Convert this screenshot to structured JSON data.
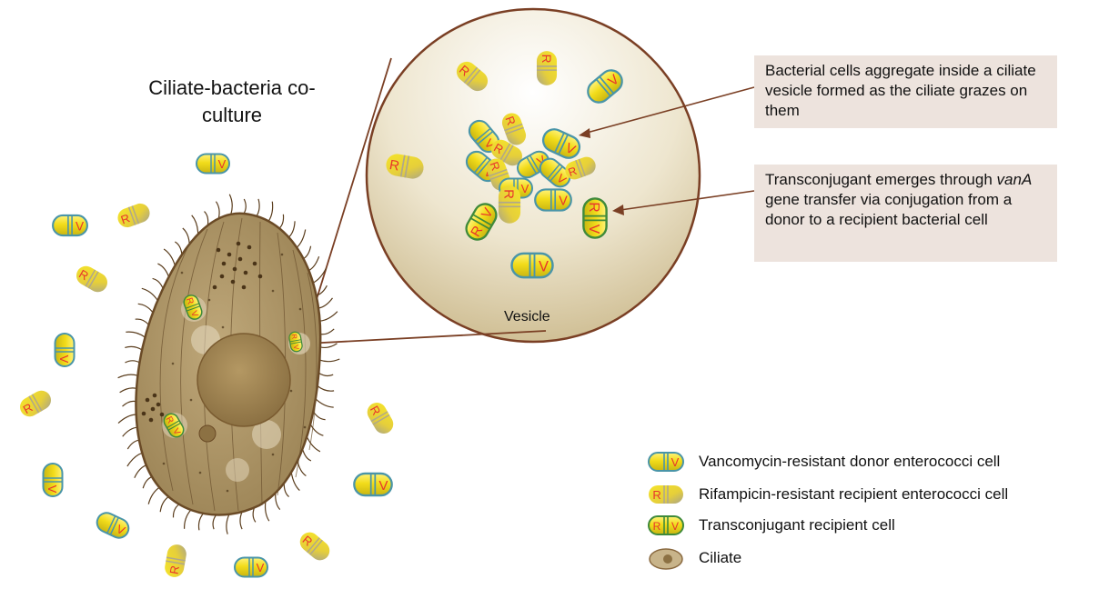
{
  "title": "Ciliate-bacteria co-culture",
  "callouts": {
    "aggregate": "Bacterial cells aggregate inside a ciliate vesicle formed as the ciliate grazes on them",
    "transfer_pre": "Transconjugant emerges through ",
    "transfer_gene": "vanA",
    "transfer_post": " gene transfer via conjugation from a donor to a recipient bacterial cell"
  },
  "vesicle_label": "Vesicle",
  "legend": {
    "donor": "Vancomycin-resistant donor enterococci cell",
    "recipient": "Rifampicin-resistant recipient enterococci cell",
    "transconjugant": "Transconjugant recipient cell",
    "ciliate": "Ciliate"
  },
  "cell_letters": {
    "donor": "V",
    "recipient": "R"
  },
  "colors": {
    "cell_yellow": "#f2dc1a",
    "cell_outline_donor": "#4a95a8",
    "cell_outline_transconjugant": "#3f8a3a",
    "letter_red": "#e8352c",
    "ciliate_body": "#a89064",
    "ciliate_outline": "#6a4a26",
    "vesicle_outline": "#7a3f24",
    "callout_bg": "#ede3dd"
  }
}
